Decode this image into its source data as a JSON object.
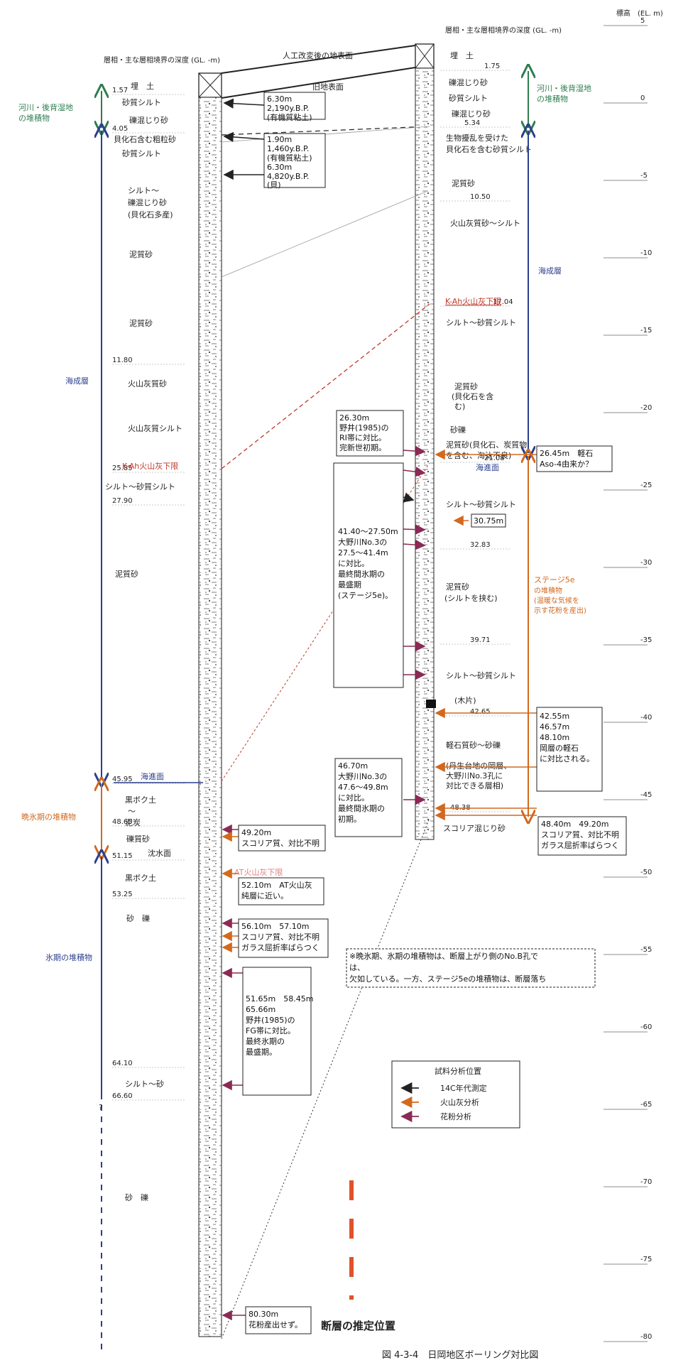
{
  "figure": {
    "caption": "図 4-3-4　日岡地区ボーリング対比図",
    "elevation_header": "標高　(EL. m)"
  },
  "elevation_axis": {
    "ticks": [
      "5",
      "0",
      "-5",
      "-10",
      "-15",
      "-20",
      "-25",
      "-30",
      "-35",
      "-40",
      "-45",
      "-50",
      "-55",
      "-60",
      "-65",
      "-70",
      "-75",
      "-80"
    ]
  },
  "left_boring": {
    "header": "層相・主な層相境界の深度 (GL. -m)",
    "depths": [
      "1.57",
      "4.05",
      "11.80",
      "25.85",
      "27.90",
      "45.95",
      "48.65",
      "51.15",
      "53.25",
      "64.10",
      "66.60"
    ],
    "layers": [
      "埋　土",
      "砂質シルト",
      "礫混じり砂",
      "貝化石含む粗粒砂",
      "砂質シルト",
      "シルト～",
      "礫混じり砂",
      "(貝化石多産)",
      "泥質砂",
      "泥質砂",
      "火山灰質砂",
      "火山灰質シルト",
      "シルト～砂質シルト",
      "泥質砂",
      "黒ボク土",
      "～",
      "泥炭",
      "礫質砂",
      "沈水面",
      "黒ボク土",
      "砂　礫",
      "シルト～砂",
      "砂　礫"
    ],
    "markers": {
      "kah": "K-Ah火山灰下限",
      "transgression": "海進面",
      "at": "AT火山灰下限"
    }
  },
  "right_boring": {
    "header": "層相・主な層相境界の深度 (GL. -m)",
    "depths": [
      "1.75",
      "5.34",
      "10.50",
      "17.04",
      "21.08",
      "32.83",
      "39.71",
      "42.65",
      "48.38"
    ],
    "layers": [
      "埋　土",
      "礫混じり砂",
      "砂質シルト",
      "礫混じり砂",
      "生物擾乱を受けた",
      "貝化石を含む砂質シルト",
      "泥質砂",
      "火山灰質砂～シルト",
      "シルト～砂質シルト",
      "泥質砂",
      "(貝化石を含",
      "む)",
      "砂礫",
      "泥質砂(貝化石、炭質物",
      "を含む、淘汰不良)",
      "シルト～砂質シルト",
      "泥質砂",
      "(シルトを挟む)",
      "シルト～砂質シルト",
      "(木片)",
      "軽石質砂～砂礫",
      "(丹生台地の岡層、",
      "大野川No.3孔に",
      "対比できる層相)",
      "スコリア混じり砂"
    ],
    "markers": {
      "kah": "K-Ah火山灰下限",
      "transgression": "海進面"
    }
  },
  "surfaces": {
    "modified": "人工改変後の地表面",
    "old": "旧地表面"
  },
  "units": {
    "left": {
      "river": [
        "河川・後背湿地",
        "の堆積物"
      ],
      "marine": "海成層",
      "late_glacial": "晩氷期の堆積物",
      "glacial": "氷期の堆積物",
      "unknown": "?"
    },
    "right": {
      "river": [
        "河川・後背湿地",
        "の堆積物"
      ],
      "marine": "海成層",
      "stage5e": [
        "ステージ5e",
        "の堆積物",
        "(温暖な気候を",
        "示す花粉を産出)"
      ]
    }
  },
  "annotations": {
    "c14": [
      "6.30m",
      "2,190y.B.P.",
      "(有機質粘土)",
      "1.90m",
      "1,460y.B.P.",
      "(有機質粘土)",
      "6.30m",
      "4,820y.B.P.",
      "(貝)"
    ],
    "box_2630": [
      "26.30m",
      "野井(1985)の",
      "RI帯に対比。",
      "完新世初期。"
    ],
    "box_2645": [
      "26.45m　軽石",
      "Aso-4由来か？"
    ],
    "box_3075": "30.75m",
    "box_4140": [
      "41.40～27.50m",
      "大野川No.3の",
      "27.5～41.4m",
      "に対比。",
      "最終間氷期の",
      "最盛期",
      "(ステージ5e)。"
    ],
    "box_4255": [
      "42.55m",
      "46.57m",
      "48.10m",
      "岡層の軽石",
      "に対比される。"
    ],
    "box_4670": [
      "46.70m",
      "大野川No.3の",
      "47.6～49.8m",
      "に対比。",
      "最終間氷期の",
      "初期。"
    ],
    "box_4840": [
      "48.40m　49.20m",
      "スコリア質、対比不明",
      "ガラス屈折率ばらつく"
    ],
    "box_4920": [
      "49.20m",
      "スコリア質、対比不明"
    ],
    "box_5210": [
      "52.10m　AT火山灰",
      "純層に近い。"
    ],
    "box_5610": [
      "56.10m　57.10m",
      "スコリア質、対比不明",
      "ガラス屈折率ばらつく"
    ],
    "box_5165": [
      "51.65m　58.45m",
      "65.66m",
      "野井(1985)の",
      "FG帯に対比。",
      "最終氷期の",
      "最盛期。"
    ],
    "box_8030": [
      "80.30m",
      "花粉産出せず。"
    ],
    "note": [
      "※晩氷期、氷期の堆積物は、断層上がり側のNo.B孔で",
      "は、",
      "欠如している。一方、ステージ5eの堆積物は、断層落ち"
    ],
    "fault": "断層の推定位置"
  },
  "legend": {
    "title": "試料分析位置",
    "items": [
      {
        "label": "14C年代測定",
        "color": "#222222"
      },
      {
        "label": "火山灰分析",
        "color": "#d2691e"
      },
      {
        "label": "花粉分析",
        "color": "#8b2a55"
      }
    ]
  },
  "colors": {
    "green": "#2e7d4f",
    "blue": "#2b3f8c",
    "orange": "#d2691e",
    "purple": "#8b2a55",
    "red": "#c0392b",
    "fault": "#e0522a"
  }
}
